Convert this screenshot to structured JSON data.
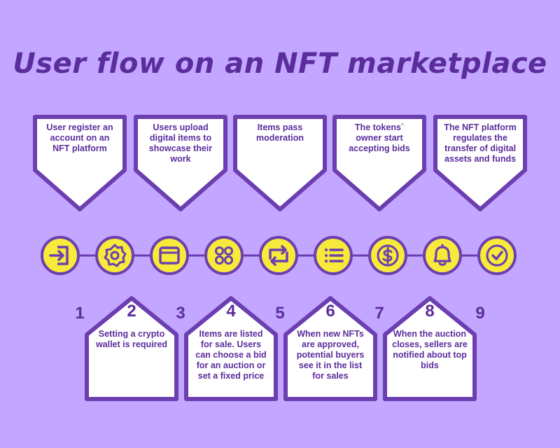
{
  "title": "User flow on an NFT marketplace",
  "colors": {
    "background": "#c3a6ff",
    "card_fill": "#ffffff",
    "card_border": "#6b3fb0",
    "icon_fill": "#f7ea3a",
    "ink": "#5b2d9c"
  },
  "top_steps": [
    {
      "number": "1",
      "text": "User register an account on an NFT platform"
    },
    {
      "number": "3",
      "text": "Users upload digital items to showcase their work"
    },
    {
      "number": "5",
      "text": "Items pass moderation"
    },
    {
      "number": "7",
      "text": "The tokens` owner start accepting bids"
    },
    {
      "number": "9",
      "text": "The NFT platform regulates the transfer of digital assets and funds"
    }
  ],
  "bottom_steps": [
    {
      "number": "2",
      "text": "Setting a crypto wallet is required"
    },
    {
      "number": "4",
      "text": "Items are listed for sale. Users can choose a bid for an auction or set a fixed price"
    },
    {
      "number": "6",
      "text": "When new NFTs are approved, potential buyers see it in the list for sales"
    },
    {
      "number": "8",
      "text": "When the auction closes, sellers are notified about top bids"
    }
  ],
  "icons": [
    "sign-in-icon",
    "gear-icon",
    "browser-window-icon",
    "grid-circles-icon",
    "refresh-arrows-icon",
    "list-icon",
    "dollar-coin-icon",
    "bell-icon",
    "checkmark-icon"
  ]
}
